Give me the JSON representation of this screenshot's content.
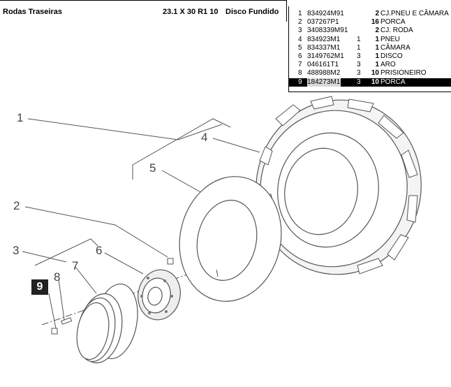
{
  "header": {
    "title": "Rodas Traseiras",
    "size": "23.1 X 30 R1 10",
    "type": "Disco Fundido"
  },
  "parts": [
    {
      "idx": "1",
      "code": "834924M91",
      "q1": "",
      "q2": "2",
      "desc": "CJ.PNEU E CÂMARA"
    },
    {
      "idx": "2",
      "code": "037267P1",
      "q1": "",
      "q2": "16",
      "desc": "PORCA"
    },
    {
      "idx": "3",
      "code": "3408339M91",
      "q1": "",
      "q2": "2",
      "desc": "CJ. RODA"
    },
    {
      "idx": "4",
      "code": "834923M1",
      "q1": "1",
      "q2": "1",
      "desc": "PNEU"
    },
    {
      "idx": "5",
      "code": "834337M1",
      "q1": "1",
      "q2": "1",
      "desc": "CÂMARA"
    },
    {
      "idx": "6",
      "code": "3149762M1",
      "q1": "3",
      "q2": "1",
      "desc": "DISCO"
    },
    {
      "idx": "7",
      "code": "046161T1",
      "q1": "3",
      "q2": "1",
      "desc": "ARO"
    },
    {
      "idx": "8",
      "code": "488988M2",
      "q1": "3",
      "q2": "10",
      "desc": "PRISIONEIRO"
    },
    {
      "idx": "9",
      "code": "184273M1",
      "q1": "3",
      "q2": "10",
      "desc": "PORCA"
    }
  ],
  "selected_part": "9",
  "callouts": [
    "1",
    "2",
    "3",
    "4",
    "5",
    "6",
    "7",
    "8"
  ],
  "badge": "9"
}
